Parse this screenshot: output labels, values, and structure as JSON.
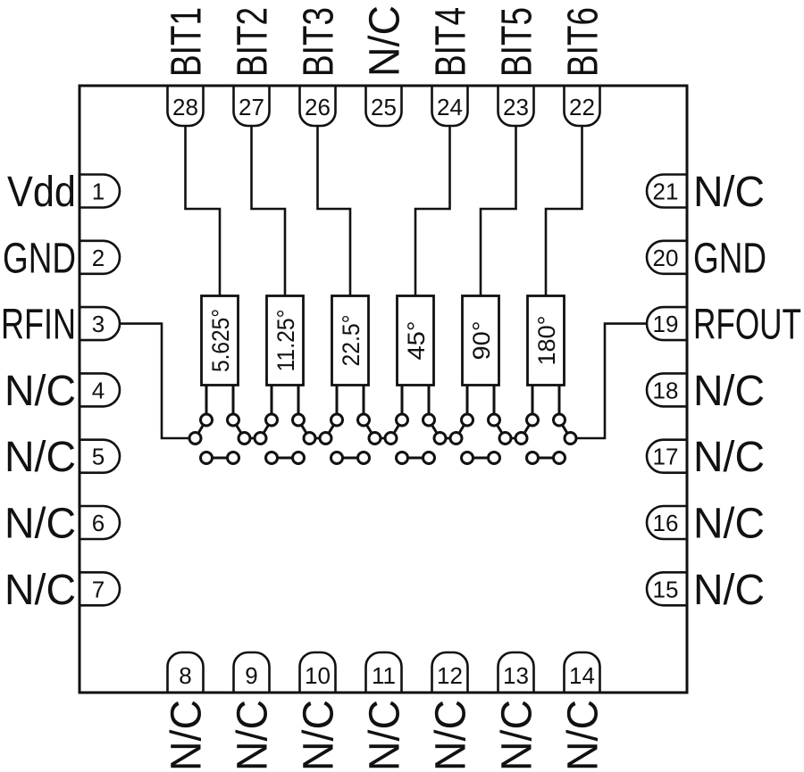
{
  "colors": {
    "line": "#111111",
    "background": "#ffffff"
  },
  "pins": {
    "top": [
      {
        "num": "28",
        "label": "BIT1",
        "block": 1
      },
      {
        "num": "27",
        "label": "BIT2",
        "block": 2
      },
      {
        "num": "26",
        "label": "BIT3",
        "block": 3
      },
      {
        "num": "25",
        "label": "N/C",
        "block": null
      },
      {
        "num": "24",
        "label": "BIT4",
        "block": 4
      },
      {
        "num": "23",
        "label": "BIT5",
        "block": 5
      },
      {
        "num": "22",
        "label": "BIT6",
        "block": 6
      }
    ],
    "left": [
      {
        "num": "1",
        "label": "Vdd"
      },
      {
        "num": "2",
        "label": "GND"
      },
      {
        "num": "3",
        "label": "RFIN"
      },
      {
        "num": "4",
        "label": "N/C"
      },
      {
        "num": "5",
        "label": "N/C"
      },
      {
        "num": "6",
        "label": "N/C"
      },
      {
        "num": "7",
        "label": "N/C"
      }
    ],
    "right": [
      {
        "num": "21",
        "label": "N/C"
      },
      {
        "num": "20",
        "label": "GND"
      },
      {
        "num": "19",
        "label": "RFOUT"
      },
      {
        "num": "18",
        "label": "N/C"
      },
      {
        "num": "17",
        "label": "N/C"
      },
      {
        "num": "16",
        "label": "N/C"
      },
      {
        "num": "15",
        "label": "N/C"
      }
    ],
    "bottom": [
      {
        "num": "8",
        "label": "N/C"
      },
      {
        "num": "9",
        "label": "N/C"
      },
      {
        "num": "10",
        "label": "N/C"
      },
      {
        "num": "11",
        "label": "N/C"
      },
      {
        "num": "12",
        "label": "N/C"
      },
      {
        "num": "13",
        "label": "N/C"
      },
      {
        "num": "14",
        "label": "N/C"
      }
    ]
  },
  "phase_blocks": [
    {
      "label": "5.625°"
    },
    {
      "label": "11.25°"
    },
    {
      "label": "22.5°"
    },
    {
      "label": "45°"
    },
    {
      "label": "90°"
    },
    {
      "label": "180°"
    }
  ],
  "rf_path": {
    "input_pin": "3",
    "input_label": "RFIN",
    "output_pin": "19",
    "output_label": "RFOUT"
  }
}
